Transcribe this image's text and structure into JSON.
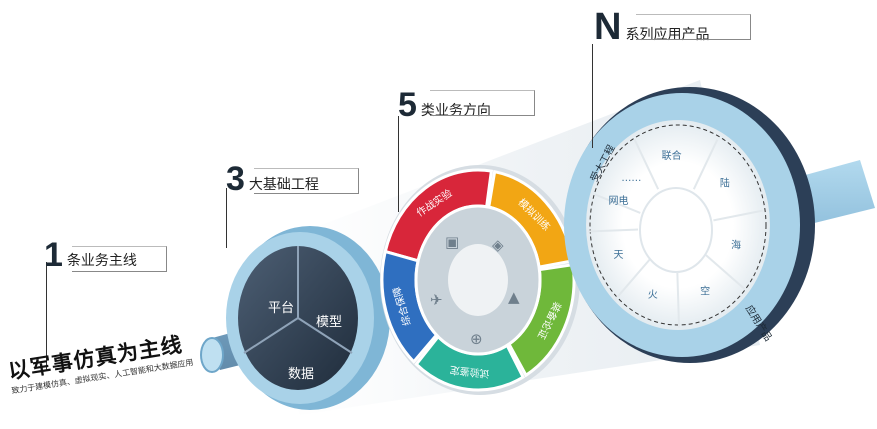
{
  "callouts": [
    {
      "num": "1",
      "label": "条业务主线"
    },
    {
      "num": "3",
      "label": "大基础工程"
    },
    {
      "num": "5",
      "label": "类业务方向"
    },
    {
      "num": "N",
      "label": "系列应用产品"
    }
  ],
  "slogan": {
    "title": "以军事仿真为主线",
    "subtitle": "致力于建模仿真、虚拟现实、人工智能和大数据应用"
  },
  "ring3": {
    "segments": [
      "平台",
      "模型",
      "数据"
    ]
  },
  "ring5": {
    "segments": [
      {
        "label": "作战实验",
        "color": "#d8263a"
      },
      {
        "label": "模拟训练",
        "color": "#f2a614"
      },
      {
        "label": "装备论证",
        "color": "#6fb83a"
      },
      {
        "label": "试验鉴定",
        "color": "#2bb39a"
      },
      {
        "label": "综合保障",
        "color": "#2f6fc0"
      }
    ]
  },
  "ringN": {
    "outer_labels": [
      "受大工程",
      "应用产品"
    ],
    "inner_labels": [
      "联合",
      "陆",
      "海",
      "空",
      "火",
      "天",
      "网电",
      "……"
    ]
  },
  "colors": {
    "tube": "#7fb6d6",
    "ring_dark": "#2c3f57",
    "ring_light": "#a9d2e8"
  }
}
